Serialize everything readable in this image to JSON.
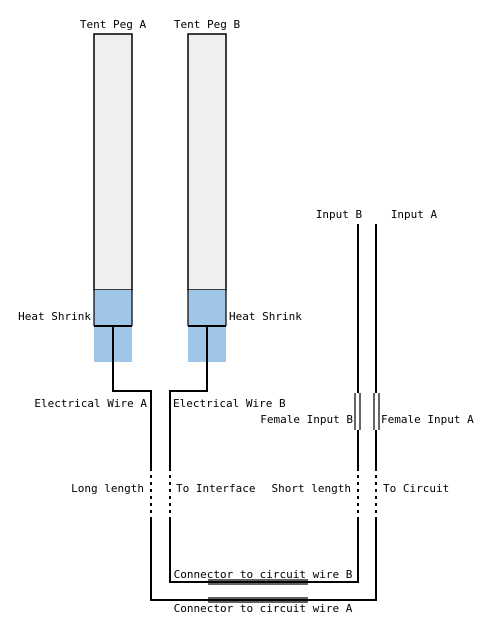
{
  "labels": {
    "tent_peg_a": "Tent Peg A",
    "tent_peg_b": "Tent Peg B",
    "input_b": "Input B",
    "input_a": "Input A",
    "heat_shrink_a": "Heat Shrink",
    "heat_shrink_b": "Heat Shrink",
    "electrical_wire_a": "Electrical Wire A",
    "electrical_wire_b": "Electrical Wire B",
    "female_input_b": "Female Input B",
    "female_input_a": "Female Input A",
    "long_length": "Long length",
    "to_interface": "To Interface",
    "short_length": "Short length",
    "to_circuit": "To Circuit",
    "connector_b": "Connector to circuit wire B",
    "connector_a": "Connector to circuit wire A"
  },
  "colors": {
    "peg_fill": "#efefef",
    "heat_shrink": "#9fc5e8",
    "line": "#000000",
    "background": "#ffffff"
  }
}
